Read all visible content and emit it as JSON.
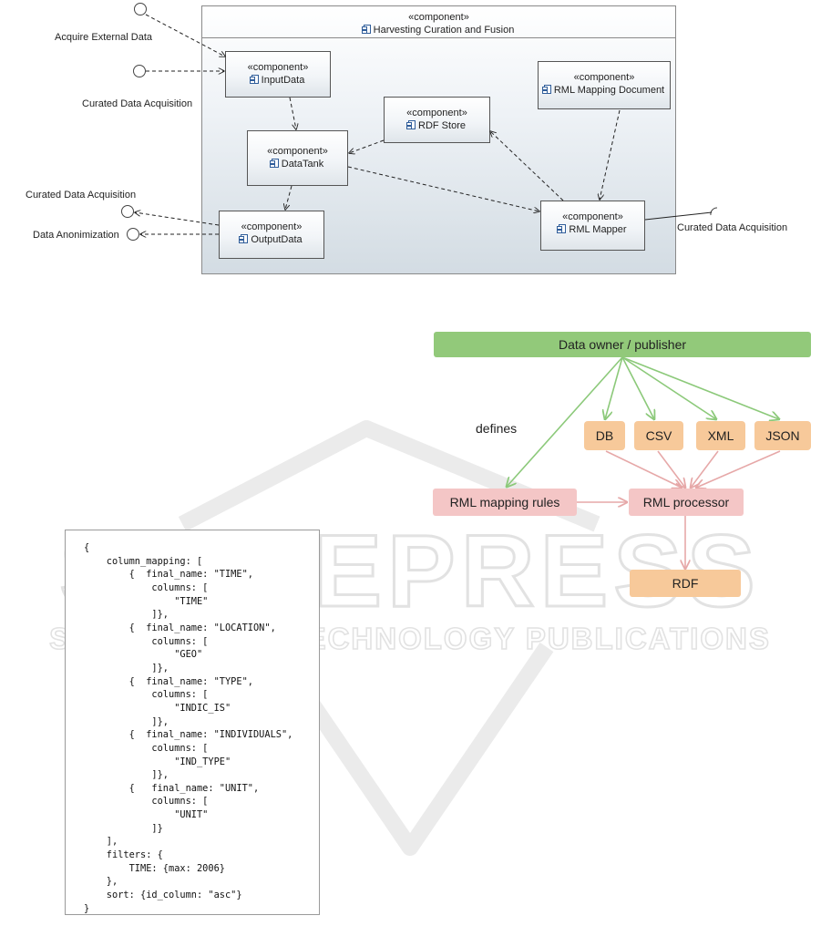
{
  "component_diagram": {
    "frame": {
      "stereotype": "«component»",
      "name": "Harvesting Curation and Fusion"
    },
    "components": {
      "input_data": {
        "stereotype": "«component»",
        "name": "InputData"
      },
      "rdf_store": {
        "stereotype": "«component»",
        "name": "RDF Store"
      },
      "rml_mapping_document": {
        "stereotype": "«component»",
        "name": "RML Mapping Document"
      },
      "data_tank": {
        "stereotype": "«component»",
        "name": "DataTank"
      },
      "output_data": {
        "stereotype": "«component»",
        "name": "OutputData"
      },
      "rml_mapper": {
        "stereotype": "«component»",
        "name": "RML Mapper"
      }
    },
    "interfaces": {
      "acquire_external": "Acquire External Data",
      "curated_left_top": "Curated Data Acquisition",
      "curated_left_mid": "Curated Data Acquisition",
      "data_anonimization": "Data Anonimization",
      "curated_right": "Curated Data Acquisition"
    }
  },
  "flow_diagram": {
    "owner": "Data owner / publisher",
    "defines": "defines",
    "sources": [
      "DB",
      "CSV",
      "XML",
      "JSON"
    ],
    "mapping_rules": "RML mapping rules",
    "processor": "RML processor",
    "output": "RDF",
    "colors": {
      "green": "#92c97a",
      "orange": "#f7c99a",
      "pink": "#f4c6c6",
      "green_arrow": "#8cc97a",
      "pink_arrow": "#e6a8a8"
    }
  },
  "code_listing": {
    "lines": [
      "{",
      "    column_mapping: [",
      "        {  final_name: \"TIME\",",
      "            columns: [",
      "                \"TIME\"",
      "            ]},",
      "        {  final_name: \"LOCATION\",",
      "            columns: [",
      "                \"GEO\"",
      "            ]},",
      "        {  final_name: \"TYPE\",",
      "            columns: [",
      "                \"INDIC_IS\"",
      "            ]},",
      "        {  final_name: \"INDIVIDUALS\",",
      "            columns: [",
      "                \"IND_TYPE\"",
      "            ]},",
      "        {   final_name: \"UNIT\",",
      "            columns: [",
      "                \"UNIT\"",
      "            ]}",
      "    ],",
      "    filters: {",
      "        TIME: {max: 2006}",
      "    },",
      "    sort: {id_column: \"asc\"}",
      "}"
    ]
  },
  "watermark": {
    "line1": "SCITEPRESS",
    "line2": "SCIENCE AND TECHNOLOGY PUBLICATIONS"
  }
}
